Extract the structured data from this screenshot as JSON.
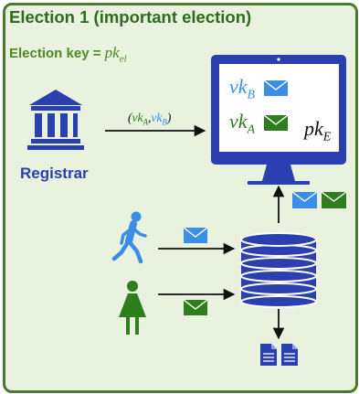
{
  "title": "Election 1 (important election)",
  "election_key": {
    "label": "Election key = ",
    "symbol": "pk",
    "subscript": "el"
  },
  "registrar": {
    "label": "Registrar"
  },
  "registration_tuple": {
    "open": "(",
    "vk_a_symbol": "vk",
    "vk_a_subscript": "A",
    "separator": ",",
    "vk_b_symbol": "vk",
    "vk_b_subscript": "B",
    "close": ")"
  },
  "monitor": {
    "vk_b_symbol": "vk",
    "vk_b_subscript": "B",
    "vk_a_symbol": "vk",
    "vk_a_subscript": "A",
    "pk_symbol": "pk",
    "pk_subscript": "E"
  },
  "colors": {
    "panel_background": "#e9f1df",
    "panel_border": "#4b7a2e",
    "title": "#2f6b1e",
    "registrar_blue": "#2a3fb0",
    "voter_b_blue": "#3a8ee6",
    "voter_a_green": "#2e7d1e"
  },
  "icons": {
    "registrar": "bank-icon",
    "voter_b": "walking-person-icon",
    "voter_a": "person-dress-icon",
    "server": "database-icon",
    "output": "document-icon",
    "ballot": "envelope-icon"
  }
}
